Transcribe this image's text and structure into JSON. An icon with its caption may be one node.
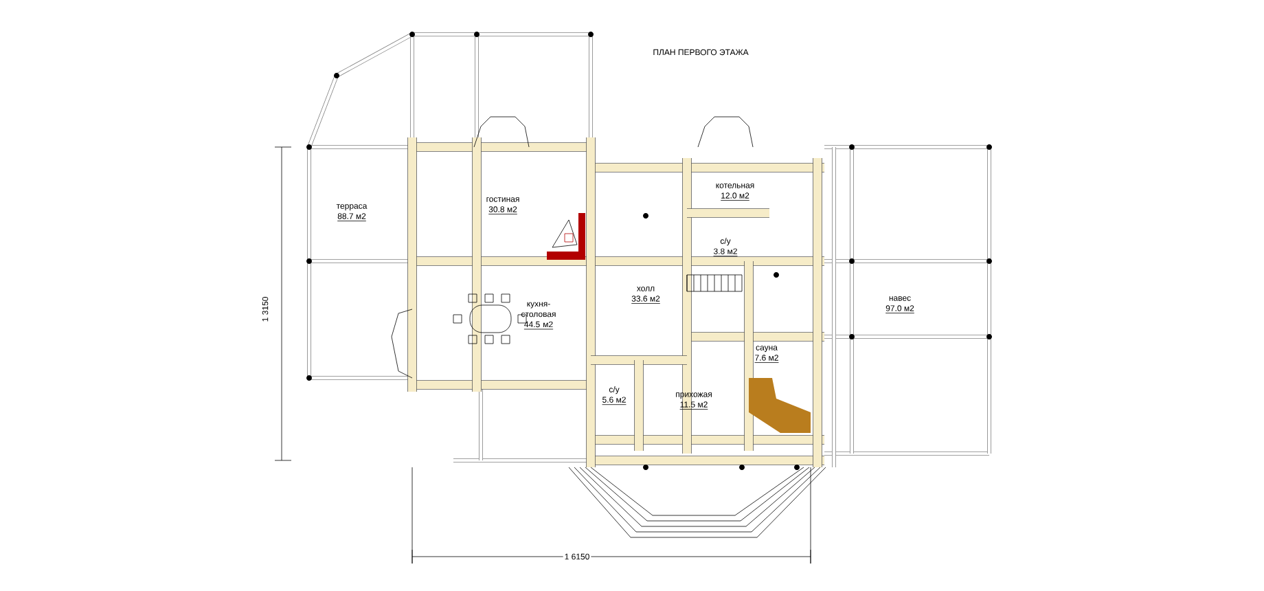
{
  "diagram": {
    "title": "ПЛАН ПЕРВОГО ЭТАЖА",
    "nodes": [
      {
        "text": [
          "терраса",
          "88.7 м2"
        ]
      },
      {
        "text": [
          "гостиная",
          "30.8 м2"
        ]
      },
      {
        "text": [
          "котельная",
          "12.0 м2"
        ]
      },
      {
        "text": [
          "с/у",
          "3.8 м2"
        ]
      },
      {
        "text": [
          "холл",
          "33.6 м2"
        ]
      },
      {
        "text": [
          "кухня-столовая",
          "44.5 м2"
        ]
      },
      {
        "text": [
          "навес",
          "97.0 м2"
        ]
      },
      {
        "text": [
          "сауна",
          "7.6 м2"
        ]
      },
      {
        "text": [
          "с/у",
          "5.6 м2"
        ]
      },
      {
        "text": [
          "прихожая",
          "11.5 м2"
        ]
      }
    ],
    "labels": [
      "1 3150",
      "1 6150"
    ]
  }
}
